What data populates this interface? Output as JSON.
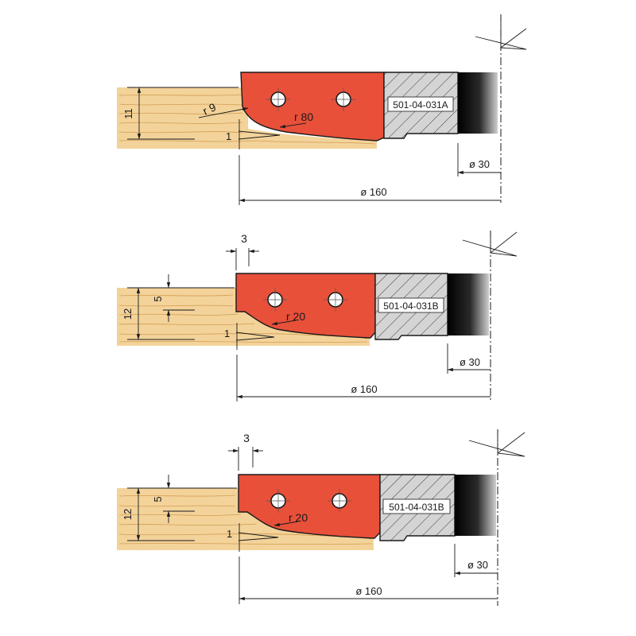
{
  "colors": {
    "cutter": "#e8503a",
    "wood": "#f3d39a",
    "wood_grain": "#c98a3c",
    "body": "#d4d4d4",
    "hub_dark": "#1e1e1e"
  },
  "diagrams": [
    {
      "part_number": "501-04-031A",
      "height_label": "11",
      "radius_label": "r 9",
      "profile_radius_label": "r 80",
      "angle_label": "1",
      "bore_label": "ø 30",
      "diameter_label": "ø 160"
    },
    {
      "part_number": "501-04-031B",
      "offset_label": "3",
      "height_label": "12",
      "step_label": "5",
      "profile_radius_label": "r 20",
      "angle_label": "1",
      "bore_label": "ø 30",
      "diameter_label": "ø 160"
    },
    {
      "part_number": "501-04-031B",
      "offset_label": "3",
      "height_label": "12",
      "step_label": "5",
      "profile_radius_label": "r 20",
      "angle_label": "1",
      "bore_label": "ø 30",
      "diameter_label": "ø 160"
    }
  ]
}
